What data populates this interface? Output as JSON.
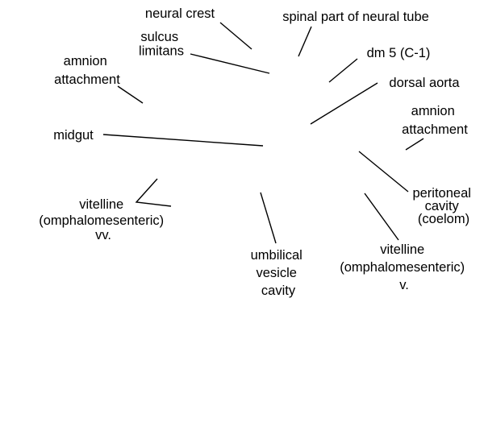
{
  "labels": {
    "neural_crest": [
      "neural crest"
    ],
    "spinal_part": [
      "spinal part of neural tube"
    ],
    "sulcus_limitans": [
      "sulcus",
      "limitans"
    ],
    "dm5": [
      "dm 5 (C-1)"
    ],
    "amnion_attachment_left": [
      "amnion",
      "attachment"
    ],
    "dorsal_aorta": [
      "dorsal aorta"
    ],
    "amnion_attachment_right": [
      "amnion",
      "attachment"
    ],
    "midgut": [
      "midgut"
    ],
    "peritoneal_cavity": [
      "peritoneal",
      "cavity",
      "(coelom)"
    ],
    "vitelline_vv": [
      "vitelline",
      "(omphalomesenteric)",
      "vv."
    ],
    "umbilical_vesicle": [
      "umbilical",
      "vesicle",
      "cavity"
    ],
    "vitelline_v": [
      "vitelline",
      "(omphalomesenteric)",
      "v."
    ]
  },
  "colors": {
    "text": "#000000",
    "lines": "#000000",
    "background": "#ffffff"
  }
}
